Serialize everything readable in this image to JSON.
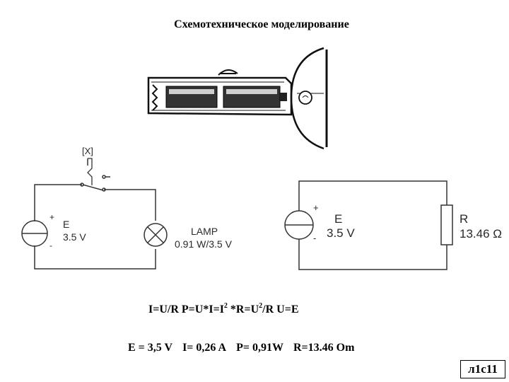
{
  "title": "Схемотехническое моделирование",
  "circuit_left": {
    "switch_label": "[X]",
    "source_name": "E",
    "source_value": "3.5 V",
    "plus": "+",
    "minus": "-",
    "lamp_name": "LAMP",
    "lamp_value": "0.91 W/3.5 V"
  },
  "circuit_right": {
    "source_name": "E",
    "source_value": "3.5 V",
    "plus": "+",
    "minus": "-",
    "resistor_name": "R",
    "resistor_value": "13.46 Ω"
  },
  "formula": {
    "p1": "I=U/R   P=U*I=I",
    "sup1": "2",
    "p2": " *R=U",
    "sup2": "2",
    "p3": "/R   U=E"
  },
  "values": {
    "e": "E = 3,5 V",
    "i": "I= 0,26 A",
    "p": "P= 0,91W",
    "r": "R=13.46 Om"
  },
  "slide_id": "л1с11"
}
